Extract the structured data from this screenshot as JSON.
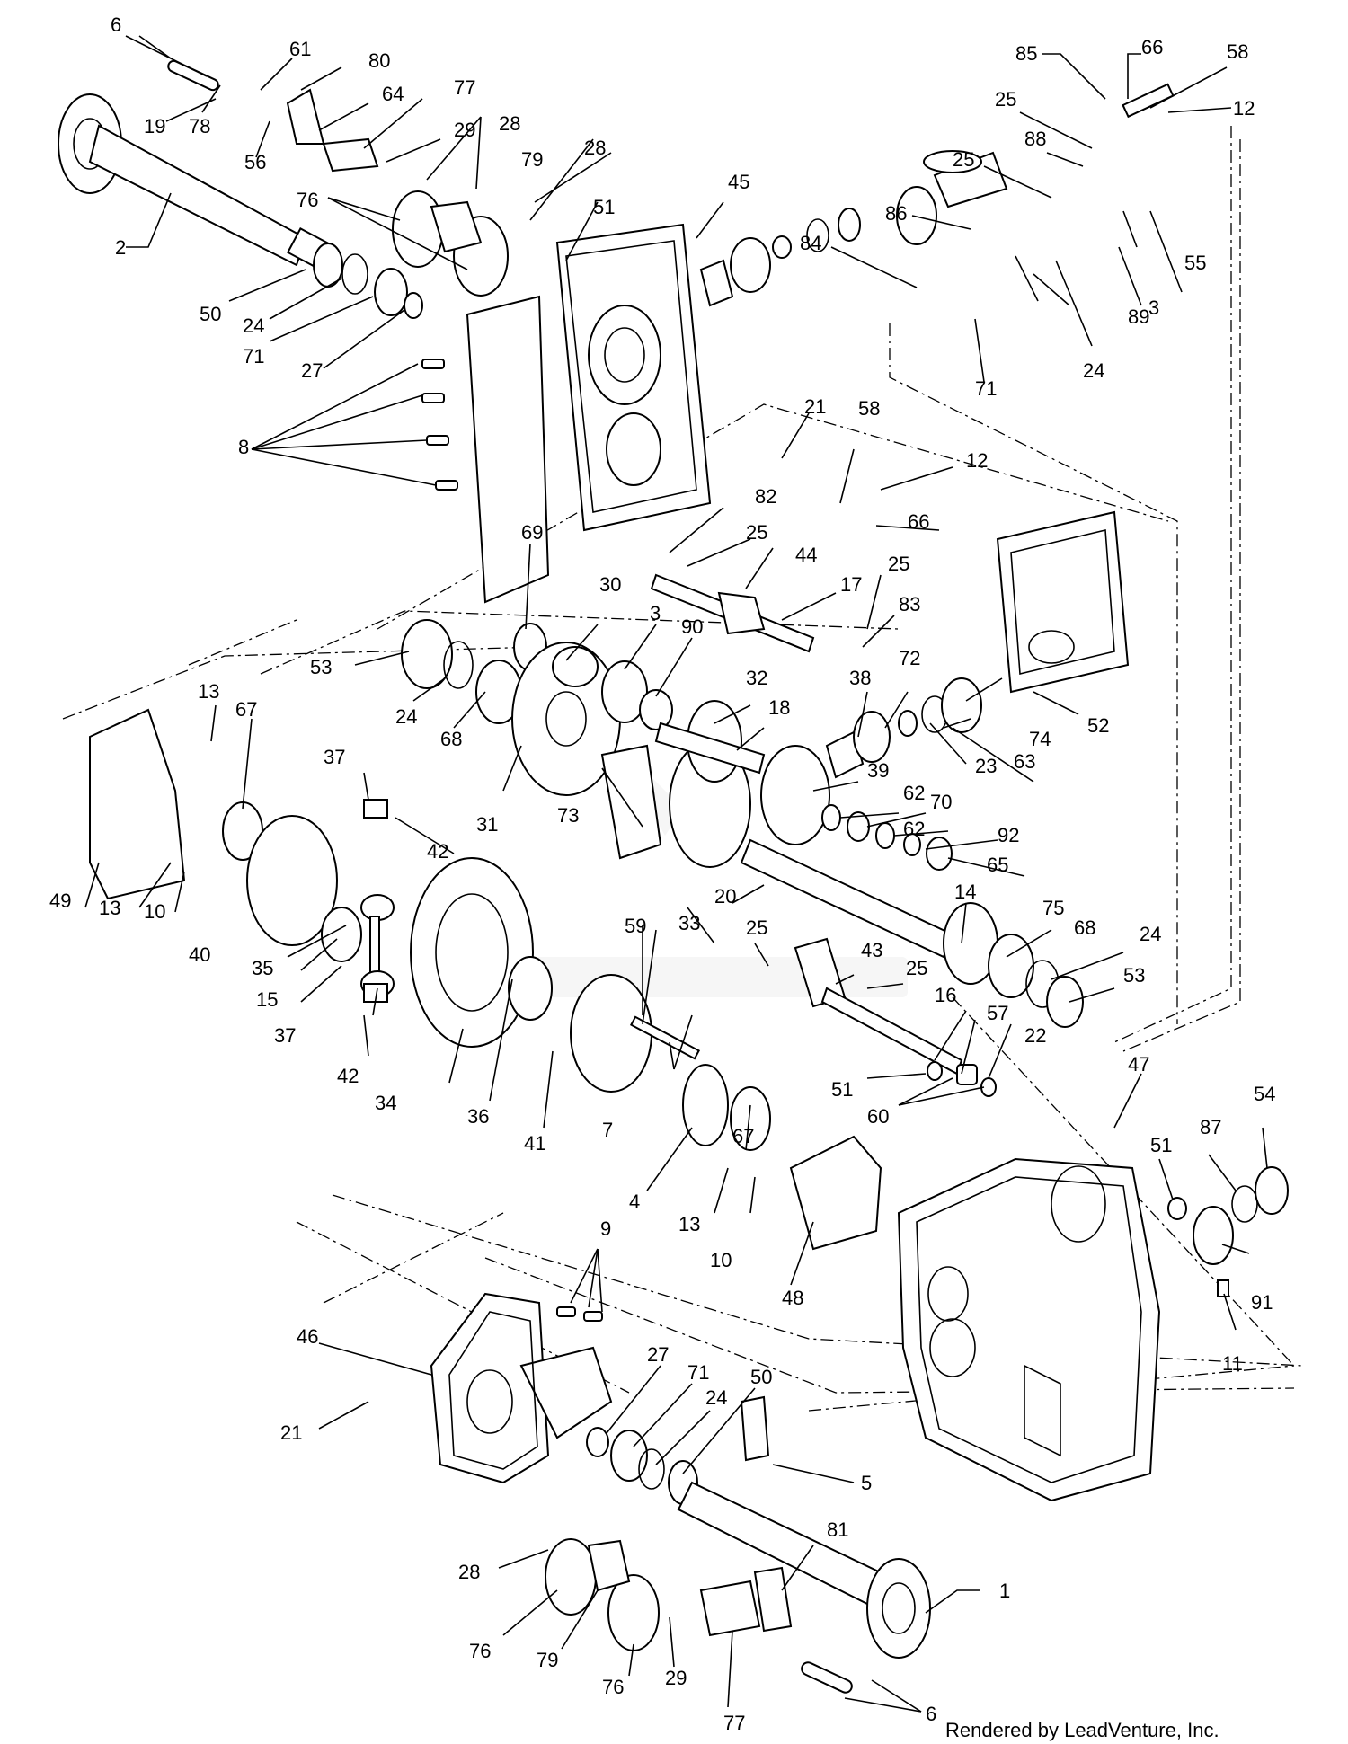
{
  "credit": "Rendered by LeadVenture, Inc.",
  "labels": [
    "6",
    "61",
    "80",
    "19",
    "78",
    "64",
    "77",
    "56",
    "29",
    "28",
    "28",
    "79",
    "76",
    "2",
    "50",
    "24",
    "71",
    "27",
    "51",
    "45",
    "8",
    "21",
    "85",
    "66",
    "58",
    "12",
    "25",
    "88",
    "25",
    "86",
    "84",
    "71",
    "24",
    "89",
    "3",
    "55",
    "58",
    "12",
    "82",
    "66",
    "25",
    "44",
    "17",
    "25",
    "83",
    "69",
    "30",
    "3",
    "90",
    "53",
    "24",
    "68",
    "31",
    "32",
    "18",
    "38",
    "72",
    "74",
    "52",
    "23",
    "63",
    "73",
    "39",
    "62",
    "70",
    "62",
    "92",
    "65",
    "20",
    "33",
    "13",
    "67",
    "49",
    "13",
    "10",
    "37",
    "42",
    "40",
    "35",
    "15",
    "37",
    "42",
    "34",
    "36",
    "41",
    "59",
    "7",
    "25",
    "43",
    "25",
    "16",
    "14",
    "75",
    "68",
    "24",
    "53",
    "67",
    "4",
    "13",
    "10",
    "48",
    "57",
    "22",
    "51",
    "60",
    "47",
    "51",
    "87",
    "54",
    "91",
    "11",
    "9",
    "46",
    "27",
    "71",
    "24",
    "50",
    "21",
    "5",
    "28",
    "76",
    "79",
    "76",
    "29",
    "77",
    "81",
    "1",
    "6"
  ]
}
